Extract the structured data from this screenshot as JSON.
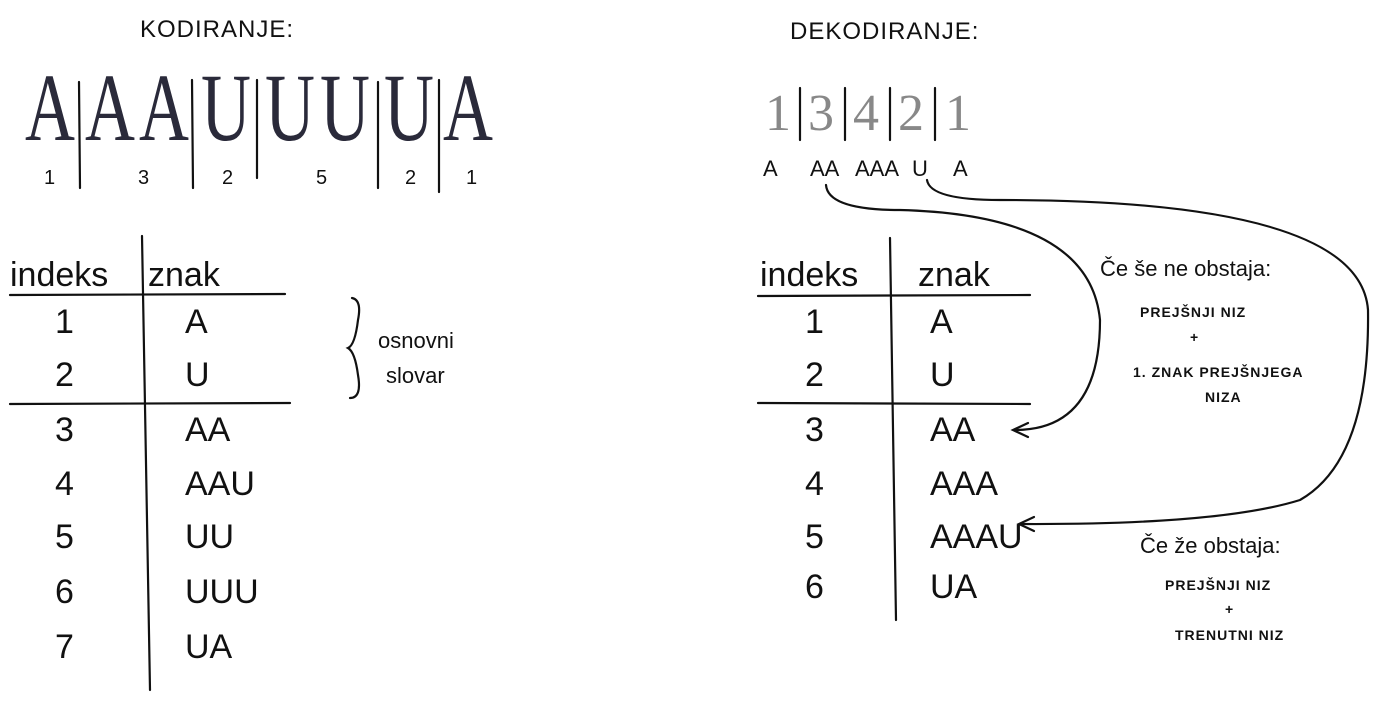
{
  "encoding": {
    "title": "KODIRANJE:",
    "input_letters": [
      "A",
      "A",
      "A",
      "U",
      "U",
      "U",
      "U",
      "A"
    ],
    "codes": [
      "1",
      "3",
      "2",
      "5",
      "2",
      "1"
    ],
    "table": {
      "headers": [
        "indeks",
        "znak"
      ],
      "rows": [
        [
          "1",
          "A"
        ],
        [
          "2",
          "U"
        ],
        [
          "3",
          "AA"
        ],
        [
          "4",
          "AAU"
        ],
        [
          "5",
          "UU"
        ],
        [
          "6",
          "UUU"
        ],
        [
          "7",
          "UA"
        ]
      ]
    },
    "brace_label": [
      "osnovni",
      "slovar"
    ]
  },
  "decoding": {
    "title": "DEKODIRANJE:",
    "codes": [
      "1",
      "3",
      "4",
      "2",
      "1"
    ],
    "decoded": [
      "A",
      "AA",
      "AAA",
      "U",
      "A"
    ],
    "table": {
      "headers": [
        "indeks",
        "znak"
      ],
      "rows": [
        [
          "1",
          "A"
        ],
        [
          "2",
          "U"
        ],
        [
          "3",
          "AA"
        ],
        [
          "4",
          "AAA"
        ],
        [
          "5",
          "AAAU"
        ],
        [
          "6",
          "UA"
        ]
      ]
    },
    "note_not_exists": {
      "title": "Če še ne obstaja:",
      "line1": "PREJŠNJI NIZ",
      "plus": "+",
      "line2": "1. ZNAK PREJŠNJEGA",
      "line3": "NIZA"
    },
    "note_exists": {
      "title": "Če že obstaja:",
      "line1": "PREJŠNJI NIZ",
      "plus": "+",
      "line2": "TRENUTNI NIZ"
    }
  }
}
